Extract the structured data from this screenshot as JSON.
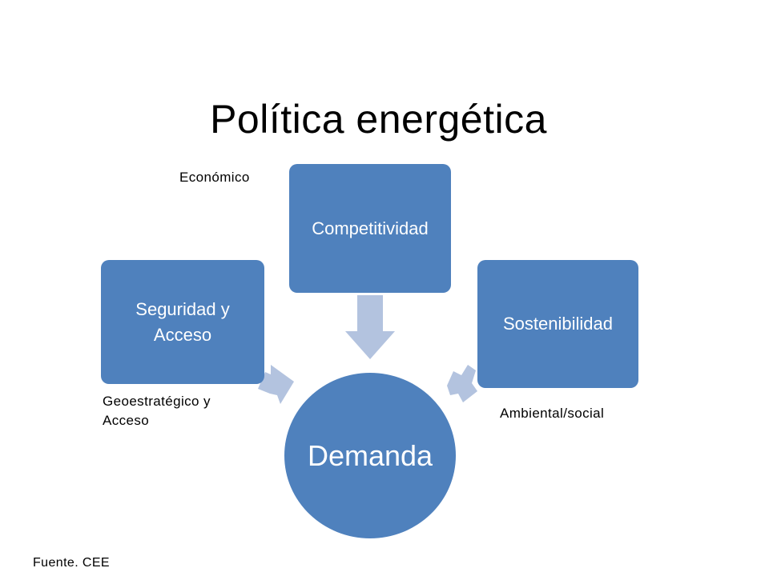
{
  "title": "Política energética",
  "colors": {
    "box_fill": "#4f81bd",
    "arrow_fill": "#b3c3df",
    "text_on_box": "#ffffff"
  },
  "diagram": {
    "center_node": "Demanda",
    "nodes": {
      "top": "Competitividad",
      "left": "Seguridad y Acceso",
      "right": "Sostenibilidad"
    },
    "labels": {
      "top": "Económico",
      "left": "Geoestratégico y Acceso",
      "right": "Ambiental/social"
    }
  },
  "source": "Fuente. CEE"
}
